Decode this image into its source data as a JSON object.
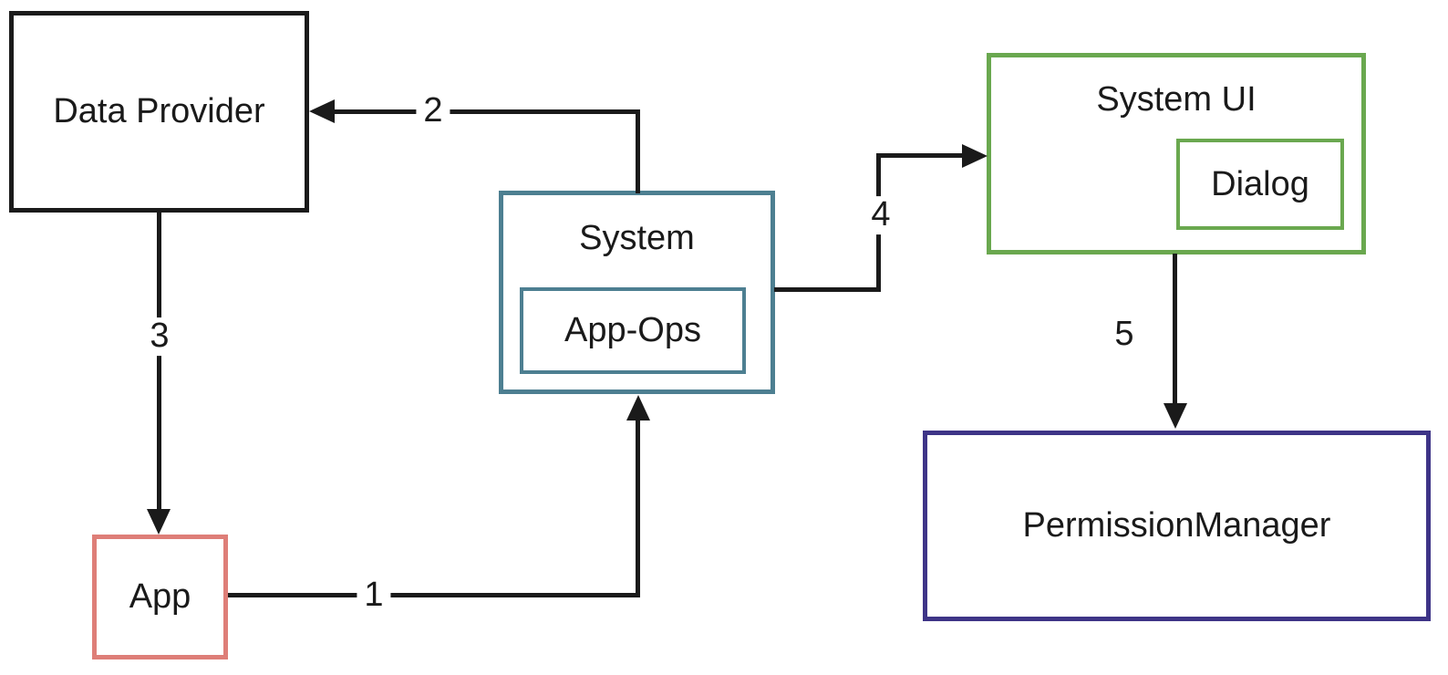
{
  "diagram": {
    "background_color": "#ffffff",
    "line_color": "#1a1a1a",
    "nodes": {
      "data_provider": {
        "label": "Data Provider",
        "border_color": "#1a1a1a"
      },
      "app": {
        "label": "App",
        "border_color": "#de7e78"
      },
      "system": {
        "label": "System",
        "border_color": "#4d7f91"
      },
      "app_ops": {
        "label": "App-Ops",
        "border_color": "#4d7f91"
      },
      "system_ui": {
        "label": "System UI",
        "border_color": "#6aa84f"
      },
      "dialog": {
        "label": "Dialog",
        "border_color": "#6aa84f"
      },
      "permission_manager": {
        "label": "PermissionManager",
        "border_color": "#3e3487"
      }
    },
    "edges": [
      {
        "label": "1",
        "from": "App",
        "to": "System"
      },
      {
        "label": "2",
        "from": "System",
        "to": "Data Provider"
      },
      {
        "label": "3",
        "from": "Data Provider",
        "to": "App"
      },
      {
        "label": "4",
        "from": "System",
        "to": "System UI"
      },
      {
        "label": "5",
        "from": "System UI",
        "to": "PermissionManager"
      }
    ]
  }
}
